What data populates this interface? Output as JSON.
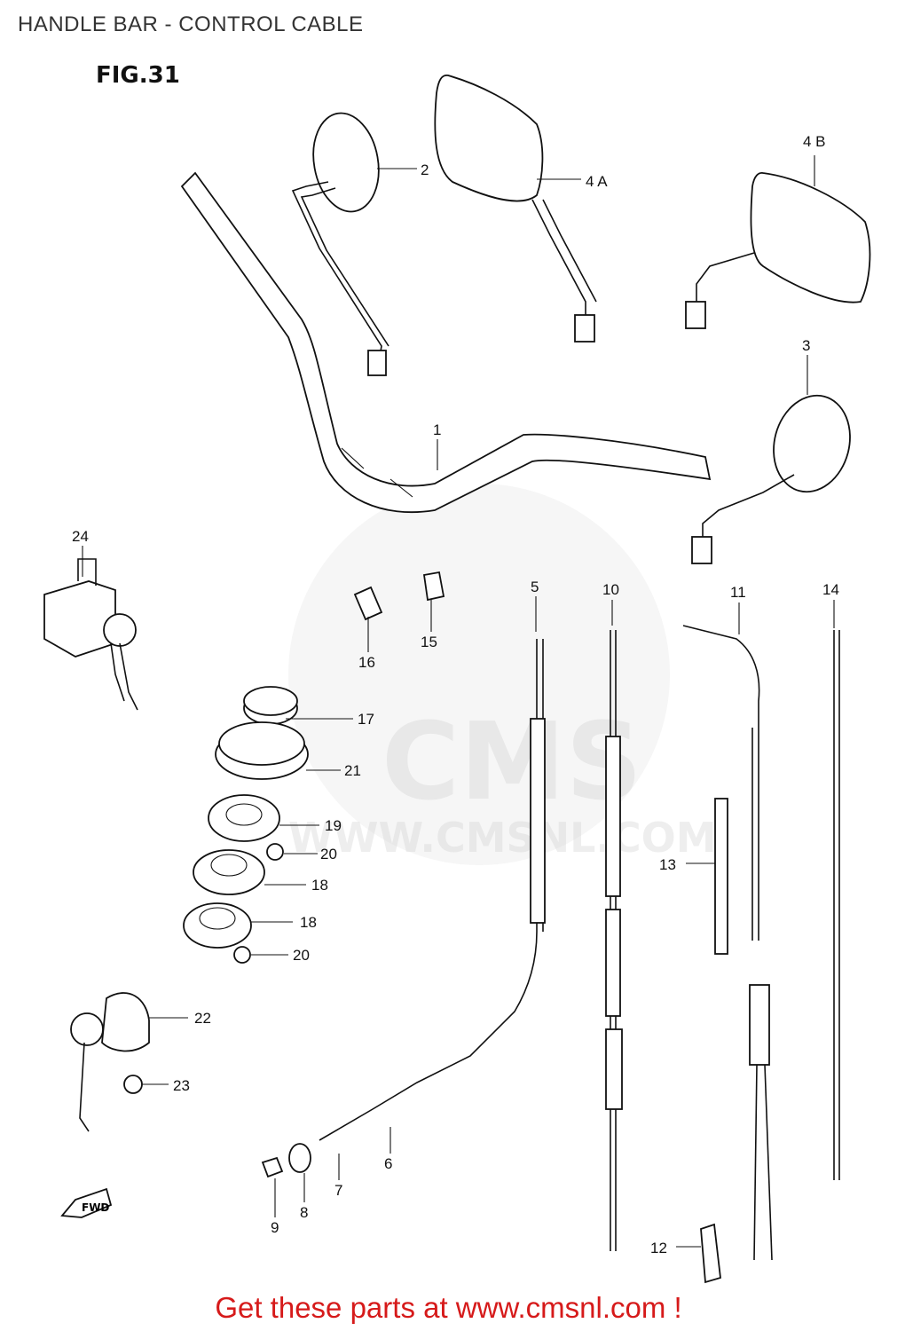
{
  "header": {
    "title": "HANDLE BAR - CONTROL CABLE",
    "figure": "FIG.31"
  },
  "watermark": {
    "brand": "CMS",
    "url": "WWW.CMSNL.COM"
  },
  "callouts": [
    {
      "id": "1",
      "label": "1"
    },
    {
      "id": "2",
      "label": "2"
    },
    {
      "id": "3",
      "label": "3"
    },
    {
      "id": "4a",
      "label": "4 A"
    },
    {
      "id": "4b",
      "label": "4 B"
    },
    {
      "id": "5",
      "label": "5"
    },
    {
      "id": "6",
      "label": "6"
    },
    {
      "id": "7",
      "label": "7"
    },
    {
      "id": "8",
      "label": "8"
    },
    {
      "id": "9",
      "label": "9"
    },
    {
      "id": "10",
      "label": "10"
    },
    {
      "id": "11",
      "label": "11"
    },
    {
      "id": "12",
      "label": "12"
    },
    {
      "id": "13",
      "label": "13"
    },
    {
      "id": "14",
      "label": "14"
    },
    {
      "id": "15",
      "label": "15"
    },
    {
      "id": "16",
      "label": "16"
    },
    {
      "id": "17",
      "label": "17"
    },
    {
      "id": "18a",
      "label": "18"
    },
    {
      "id": "18b",
      "label": "18"
    },
    {
      "id": "19",
      "label": "19"
    },
    {
      "id": "20a",
      "label": "20"
    },
    {
      "id": "20b",
      "label": "20"
    },
    {
      "id": "21",
      "label": "21"
    },
    {
      "id": "22",
      "label": "22"
    },
    {
      "id": "23",
      "label": "23"
    },
    {
      "id": "24",
      "label": "24"
    }
  ],
  "fwd_label": "FWD",
  "footer": {
    "text": "Get these parts at www.cmsnl.com !",
    "color": "#d61a1a"
  }
}
